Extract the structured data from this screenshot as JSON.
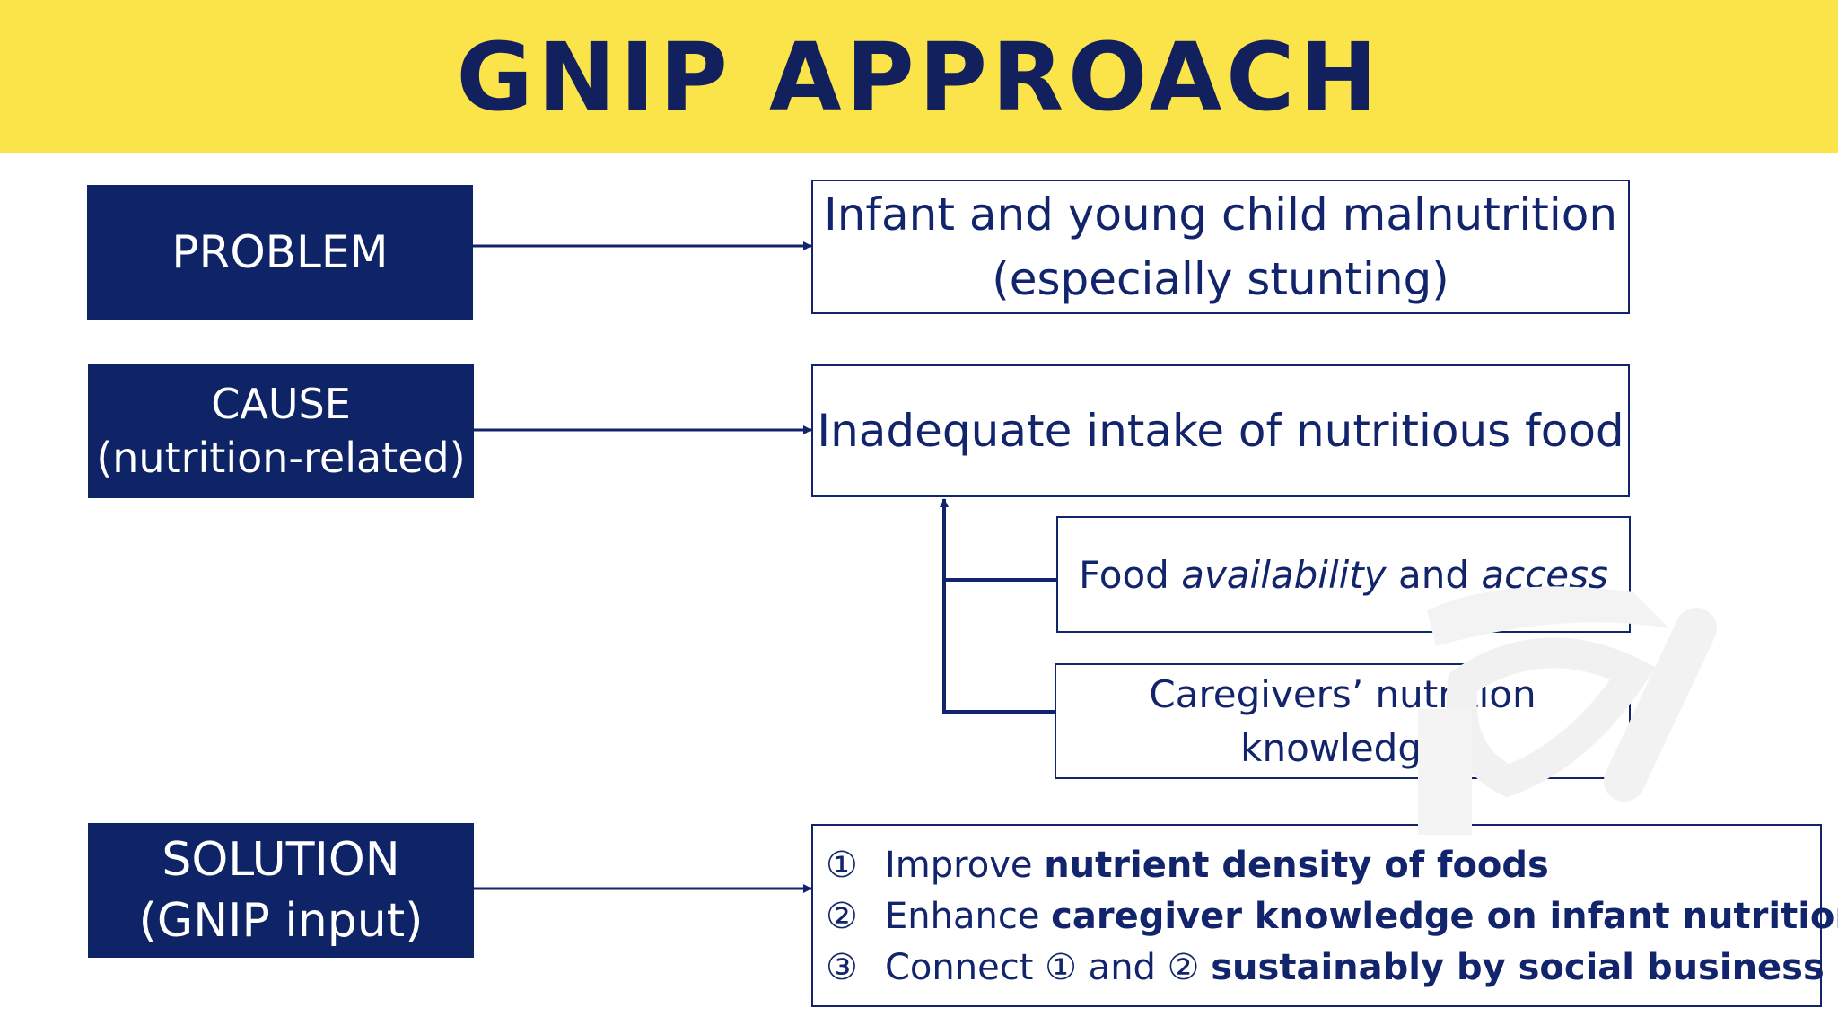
{
  "header": {
    "title": "GNIP APPROACH",
    "background": "#fbe44a"
  },
  "colors": {
    "navy": "#0f2466",
    "text": "#12246b"
  },
  "problem": {
    "label": "PROBLEM",
    "line1": "Infant and young child malnutrition",
    "line2": "(especially stunting)"
  },
  "cause": {
    "label_line1": "CAUSE",
    "label_line2": "(nutrition-related)",
    "text": "Inadequate intake of nutritious food",
    "factor1": {
      "pre": "Food ",
      "italic1": "availability",
      "mid": " and ",
      "italic2": "access"
    },
    "factor2": {
      "line1": "Caregivers’ nutrition",
      "line2": "knowledge"
    }
  },
  "solution": {
    "label_line1": "SOLUTION",
    "label_line2": "(GNIP input)",
    "items": [
      {
        "num": "①",
        "plain": "Improve ",
        "bold": "nutrient density of foods"
      },
      {
        "num": "②",
        "plain": "Enhance ",
        "bold": "caregiver knowledge on infant nutrition"
      },
      {
        "num": "③",
        "plain": "Connect ① and ② ",
        "bold": "sustainably by social business"
      }
    ]
  }
}
